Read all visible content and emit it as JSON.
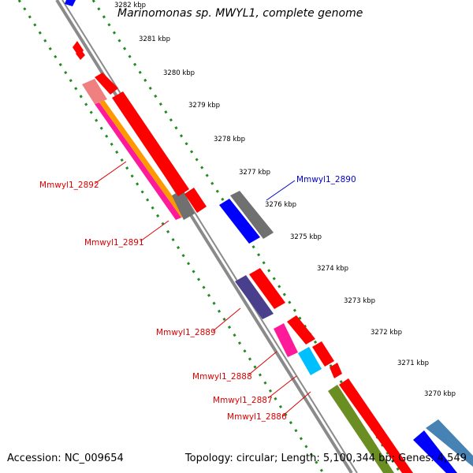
{
  "title": "Marinomonas sp. MWYL1, complete genome",
  "accession": "Accession: NC_009654",
  "topology": "Topology: circular; Length: 5,100,344 bp; Genes: 4,549",
  "ticks": [
    "3282 kbp",
    "3281 kbp",
    "3280 kbp",
    "3279 kbp",
    "3278 kbp",
    "3277 kbp",
    "3276 kbp",
    "3275 kbp",
    "3274 kbp",
    "3273 kbp",
    "3272 kbp",
    "3271 kbp",
    "3270 kbp"
  ],
  "gene_labels": [
    {
      "text": "Mmwyl1_2892",
      "color": "#dd0000"
    },
    {
      "text": "Mmwyl1_2891",
      "color": "#dd0000"
    },
    {
      "text": "Mmwyl1_2890",
      "color": "#0000cc"
    },
    {
      "text": "Mmwyl1_2889",
      "color": "#dd0000"
    },
    {
      "text": "Mmwyl1_2888",
      "color": "#dd0000"
    },
    {
      "text": "Mmwyl1_2887",
      "color": "#dd0000"
    },
    {
      "text": "Mmwyl1_2886",
      "color": "#dd0000"
    }
  ],
  "colors": {
    "backbone": "#8a8a8a",
    "gene_red": "#ff0000",
    "gene_grey": "#707070",
    "gene_blue": "#0000ff",
    "gene_navy": "#4a3f8c",
    "gene_pink": "#ff1a9a",
    "gene_orange": "#ff9900",
    "gene_salmon": "#f08080",
    "gene_cyan": "#00bfff",
    "gene_olive": "#6b8e23",
    "gene_steel": "#4682b4",
    "tick_dots": "#228b22"
  }
}
